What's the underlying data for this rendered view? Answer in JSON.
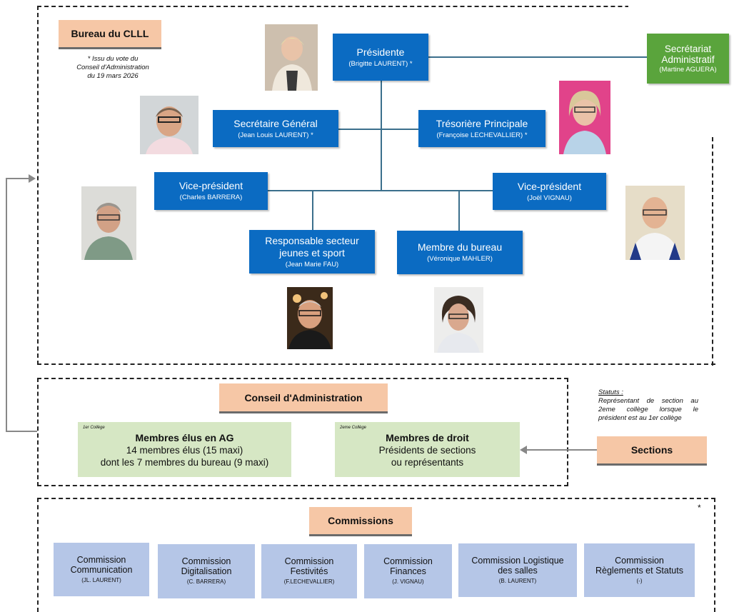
{
  "bureau": {
    "title": "Bureau du CLLL",
    "vote_note": [
      "* Issu du vote du",
      "Conseil d'Administration",
      "du 19 mars 2026"
    ]
  },
  "roles": {
    "presidente": {
      "title": "Présidente",
      "name": "(Brigitte LAURENT) *"
    },
    "secretaire_general": {
      "title": "Secrétaire Général",
      "name": "(Jean Louis LAURENT) *"
    },
    "tresoriere": {
      "title": "Trésorière Principale",
      "name": "(Françoise LECHEVALLIER) *"
    },
    "vice_president_left": {
      "title": "Vice-président",
      "name": "(Charles BARRERA)"
    },
    "vice_president_right": {
      "title": "Vice-président",
      "name": "(Joël VIGNAU)"
    },
    "responsable_jeunes": {
      "title_lines": [
        "Responsable secteur",
        "jeunes et sport"
      ],
      "name": "(Jean Marie FAU)"
    },
    "membre_bureau": {
      "title": "Membre du bureau",
      "name": "(Véronique MAHLER)"
    },
    "secretariat": {
      "title_lines": [
        "Secrétariat",
        "Administratif"
      ],
      "name": "(Martine AGUERA)"
    }
  },
  "conseil": {
    "title": "Conseil d'Administration",
    "college1": {
      "tag": "1er Collège",
      "heading": "Membres élus en AG",
      "lines": [
        "14 membres élus (15 maxi)",
        "dont les 7 membres du bureau (9 maxi)"
      ]
    },
    "college2": {
      "tag": "2eme Collège",
      "heading": "Membres de droit",
      "lines": [
        "Présidents de sections",
        "ou représentants"
      ]
    }
  },
  "statuts": {
    "label": "Statuts :",
    "text_lines": [
      "Représentant de section au",
      "2eme collège lorsque le",
      "président est au 1er collège"
    ]
  },
  "sections": {
    "label": "Sections"
  },
  "commissions": {
    "title": "Commissions",
    "asterisk": "*",
    "items": [
      {
        "lines": [
          "Commission",
          "Communication"
        ],
        "name": "(JL. LAURENT)"
      },
      {
        "lines": [
          "Commission",
          "Digitalisation"
        ],
        "name": "(C. BARRERA)"
      },
      {
        "lines": [
          "Commission",
          "Festivités"
        ],
        "name": "(F.LECHEVALLIER)"
      },
      {
        "lines": [
          "Commission",
          "Finances"
        ],
        "name": "(J. VIGNAU)"
      },
      {
        "lines": [
          "Commission Logistique",
          "des salles"
        ],
        "name": "(B. LAURENT)"
      },
      {
        "lines": [
          "Commission",
          "Règlements et Statuts"
        ],
        "name": "(-)"
      }
    ]
  },
  "colors": {
    "blue_box": "#0b6bc2",
    "green_box": "#5aa43c",
    "peach": "#f6c7a6",
    "light_green": "#d6e7c4",
    "lavender": "#b5c6e7",
    "connector": "#3b6f8c"
  }
}
